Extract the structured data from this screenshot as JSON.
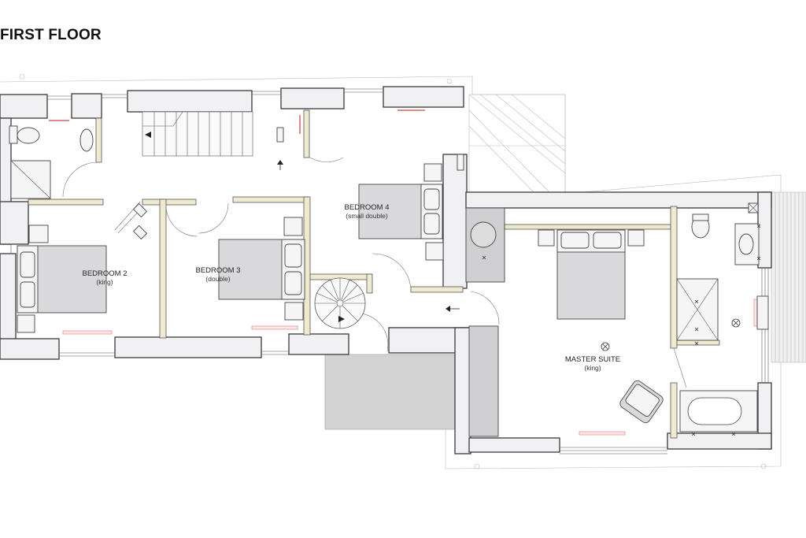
{
  "plan": {
    "title": "FIRST FLOOR",
    "rooms": [
      {
        "id": "bedroom-2",
        "name": "BEDROOM 2",
        "detail": "(king)"
      },
      {
        "id": "bedroom-3",
        "name": "BEDROOM 3",
        "detail": "(double)"
      },
      {
        "id": "bedroom-4",
        "name": "BEDROOM 4",
        "detail": "(small double)"
      },
      {
        "id": "master-suite",
        "name": "MASTER SUITE",
        "detail": "(king)"
      }
    ]
  },
  "colors": {
    "wall_fill": "#f1f1f3",
    "partition_fill": "#efe9cf",
    "furniture_fill": "#d9d9db",
    "roof_fill": "#d3d3d3",
    "radiator": "#e08a8a"
  }
}
